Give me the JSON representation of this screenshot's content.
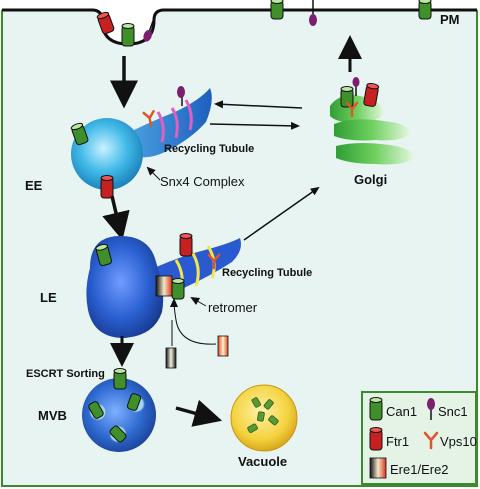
{
  "labels": {
    "pm": "PM",
    "ee": "EE",
    "le": "LE",
    "mvb": "MVB",
    "golgi": "Golgi",
    "vacuole": "Vacuole",
    "recycling_tubule_1": "Recycling Tubule",
    "recycling_tubule_2": "Recycling Tubule",
    "snx4_complex": "Snx4 Complex",
    "retromer": "retromer",
    "escrt_sorting": "ESCRT Sorting"
  },
  "legend": {
    "can1": "Can1",
    "snc1": "Snc1",
    "ftr1": "Ftr1",
    "vps10": "Vps10",
    "ere": "Ere1/Ere2"
  },
  "colors": {
    "cell_bg": "#e8f4f1",
    "cell_border": "#3b8a2e",
    "legend_bg": "#e4f3e6",
    "can1_green": "#3f8f2b",
    "ftr1_red": "#c62020",
    "snc1_purple": "#7b1f6e",
    "vps10_orange": "#e0552a",
    "ee_blue": "#3cb6e6",
    "le_blue": "#2a63c9",
    "mvb_blue": "#2e6fce",
    "golgi_green": "#4fc04a",
    "vacuole_yellow": "#f2d34a"
  },
  "icons": [
    "can1-icon",
    "snc1-icon",
    "ftr1-icon",
    "vps10-icon",
    "ere-icon"
  ]
}
